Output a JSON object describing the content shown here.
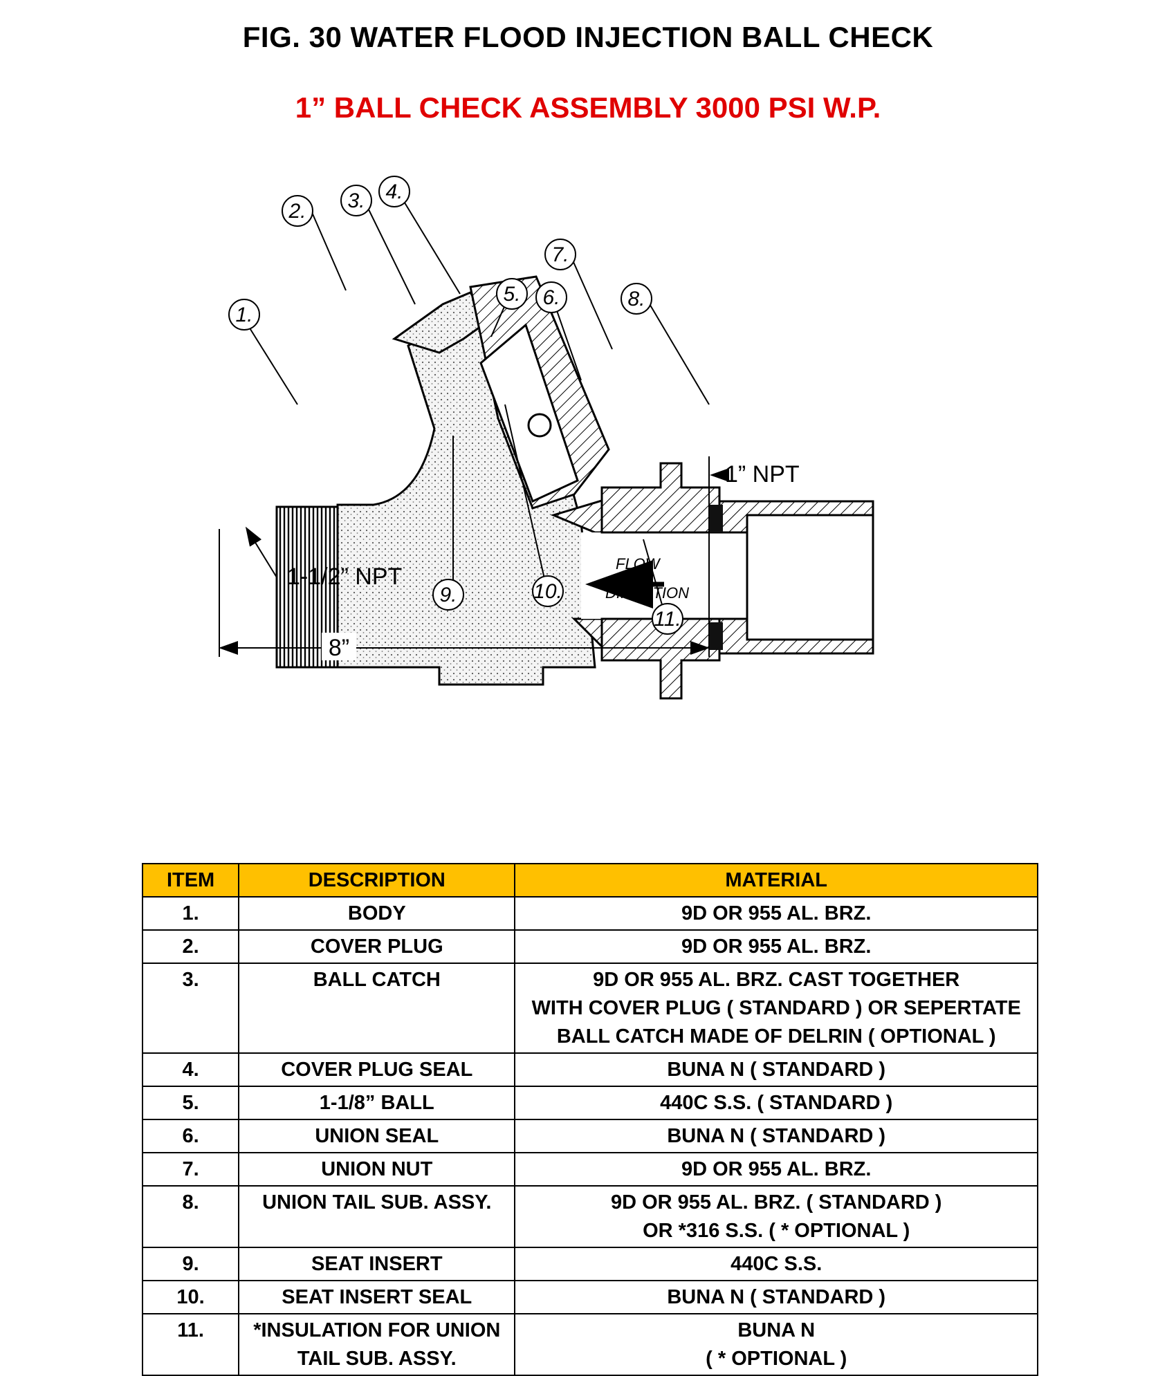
{
  "page": {
    "title": "FIG. 30 WATER FLOOD INJECTION BALL CHECK",
    "subtitle": "1” BALL CHECK ASSEMBLY 3000 PSI W.P.",
    "colors": {
      "subtitle": "#e00000",
      "table_header": "#ffc000"
    }
  },
  "drawing": {
    "balloons": [
      "1.",
      "2.",
      "3.",
      "4.",
      "5.",
      "6.",
      "7.",
      "8.",
      "9.",
      "10.",
      "11."
    ],
    "flow_label_1": "FLOW",
    "flow_label_2": "DIRECTION",
    "outlet_label": "1” NPT",
    "inlet_label": "1-1/2” NPT",
    "length_label": "8”"
  },
  "table": {
    "headers": {
      "item": "ITEM",
      "description": "DESCRIPTION",
      "material": "MATERIAL"
    },
    "rows": [
      {
        "item": "1.",
        "description": "BODY",
        "material": "9D OR 955 AL. BRZ."
      },
      {
        "item": "2.",
        "description": "COVER PLUG",
        "material": "9D OR 955 AL. BRZ."
      },
      {
        "item": "3.",
        "description": "BALL CATCH",
        "material_lines": [
          "9D OR 955 AL. BRZ. CAST TOGETHER",
          "WITH COVER PLUG ( STANDARD ) OR SEPERTATE",
          "BALL CATCH MADE OF DELRIN ( OPTIONAL )"
        ]
      },
      {
        "item": "4.",
        "description": "COVER PLUG SEAL",
        "material": "BUNA N ( STANDARD )"
      },
      {
        "item": "5.",
        "description": "1-1/8” BALL",
        "material": "440C S.S. ( STANDARD )"
      },
      {
        "item": "6.",
        "description": "UNION SEAL",
        "material": "BUNA N ( STANDARD )"
      },
      {
        "item": "7.",
        "description": "UNION NUT",
        "material": "9D OR 955 AL. BRZ."
      },
      {
        "item": "8.",
        "description": "UNION TAIL SUB. ASSY.",
        "material_lines": [
          "9D OR 955 AL. BRZ. ( STANDARD )",
          "OR *316 S.S. ( * OPTIONAL )"
        ]
      },
      {
        "item": "9.",
        "description": "SEAT INSERT",
        "material": "440C S.S."
      },
      {
        "item": "10.",
        "description": "SEAT INSERT SEAL",
        "material": "BUNA N ( STANDARD )"
      },
      {
        "item": "11.",
        "description_lines": [
          "*INSULATION FOR UNION",
          "TAIL SUB. ASSY."
        ],
        "material_lines": [
          "BUNA N",
          "( * OPTIONAL )"
        ]
      }
    ]
  }
}
